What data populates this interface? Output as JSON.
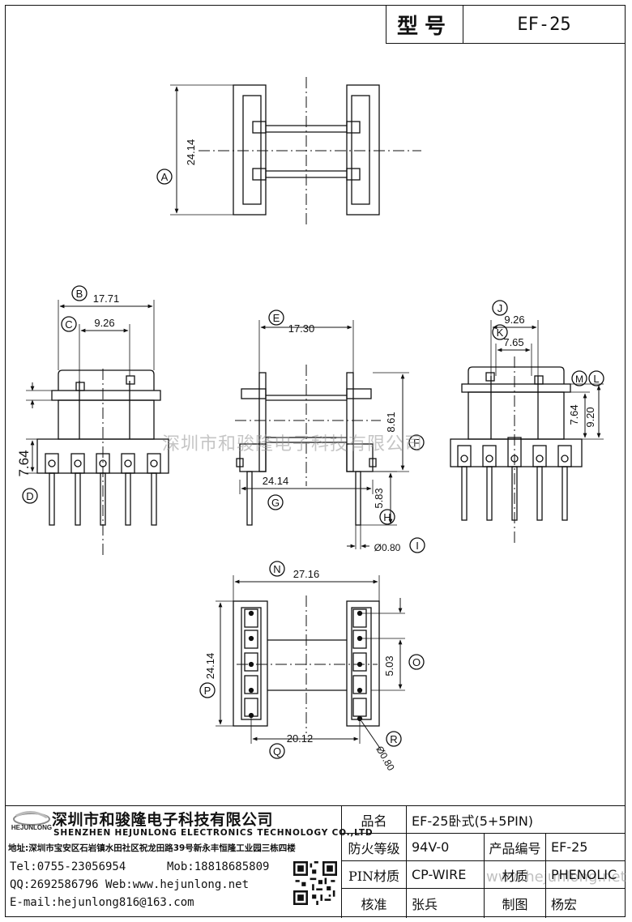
{
  "header": {
    "model_label": "型号",
    "model_value": "EF-25"
  },
  "drawing": {
    "top_view": {
      "dim_A": "24.14",
      "label_A": "A"
    },
    "front_view": {
      "dim_B": "17.71",
      "label_B": "B",
      "dim_C": "9.26",
      "label_C": "C",
      "dim_D": "7.64",
      "label_D": "D"
    },
    "side_view": {
      "dim_E": "17.30",
      "label_E": "E",
      "dim_F": "8.61",
      "label_F": "F",
      "dim_G": "24.14",
      "label_G": "G",
      "dim_H": "5.83",
      "label_H": "H",
      "dim_I": "Ø0.80",
      "label_I": "I"
    },
    "right_view": {
      "dim_J": "9.26",
      "label_J": "J",
      "dim_K": "7.65",
      "label_K": "K",
      "dim_L": "9.20",
      "label_L": "L",
      "dim_M": "7.64",
      "label_M": "M"
    },
    "bottom_view": {
      "dim_N": "27.16",
      "label_N": "N",
      "dim_O": "5.03",
      "label_O": "O",
      "dim_P": "24.14",
      "label_P": "P",
      "dim_Q": "20.12",
      "label_Q": "Q",
      "dim_R": "Ø0.80",
      "label_R": "R"
    }
  },
  "watermark": "深圳市和骏隆电子科技有限公司",
  "watermark_url": "www.hejunlong.net",
  "company": {
    "logo_text": "HEJUNLONG",
    "name_cn": "深圳市和骏隆电子科技有限公司",
    "name_en": "SHENZHEN HEJUNLONG ELECTRONICS TECHNOLOGY CO.,LTD",
    "address": "地址:深圳市宝安区石岩镇水田社区祝龙田路39号新永丰恒隆工业园三栋四楼",
    "tel": "Tel:0755-23056954",
    "mob": "Mob:18818685809",
    "qq_web": "QQ:2692586796 Web:www.hejunlong.net",
    "email": "E-mail:hejunlong816@163.com"
  },
  "specs": {
    "name_label": "品名",
    "name_value": "EF-25卧式(5+5PIN)",
    "fire_label": "防火等级",
    "fire_value": "94V-0",
    "code_label": "产品编号",
    "code_value": "EF-25",
    "pin_label": "PIN材质",
    "pin_value": "CP-WIRE",
    "material_label": "材质",
    "material_value": "PHENOLIC",
    "check_label": "核准",
    "check_value": "张兵",
    "draw_label": "制图",
    "draw_value": "杨宏"
  }
}
